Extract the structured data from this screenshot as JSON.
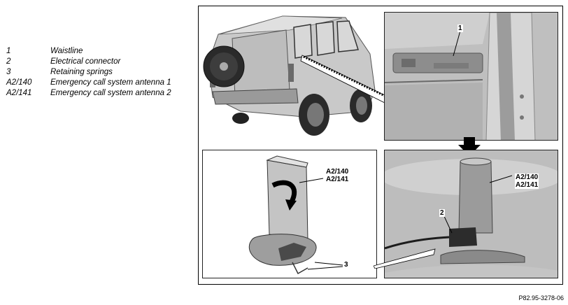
{
  "legend": [
    {
      "key": "1",
      "text": "Waistline"
    },
    {
      "key": "2",
      "text": "Electrical connector"
    },
    {
      "key": "3",
      "text": "Retaining springs"
    },
    {
      "key": "A2/140",
      "text": "Emergency call system antenna 1"
    },
    {
      "key": "A2/141",
      "text": "Emergency call system antenna 2"
    }
  ],
  "callouts": {
    "detail_1": "1",
    "parts_a2_140": "A2/140",
    "parts_a2_141": "A2/141",
    "parts_3": "3",
    "install_a2_140": "A2/140",
    "install_a2_141": "A2/141",
    "install_2": "2"
  },
  "reference": "P82.95-3278-06"
}
